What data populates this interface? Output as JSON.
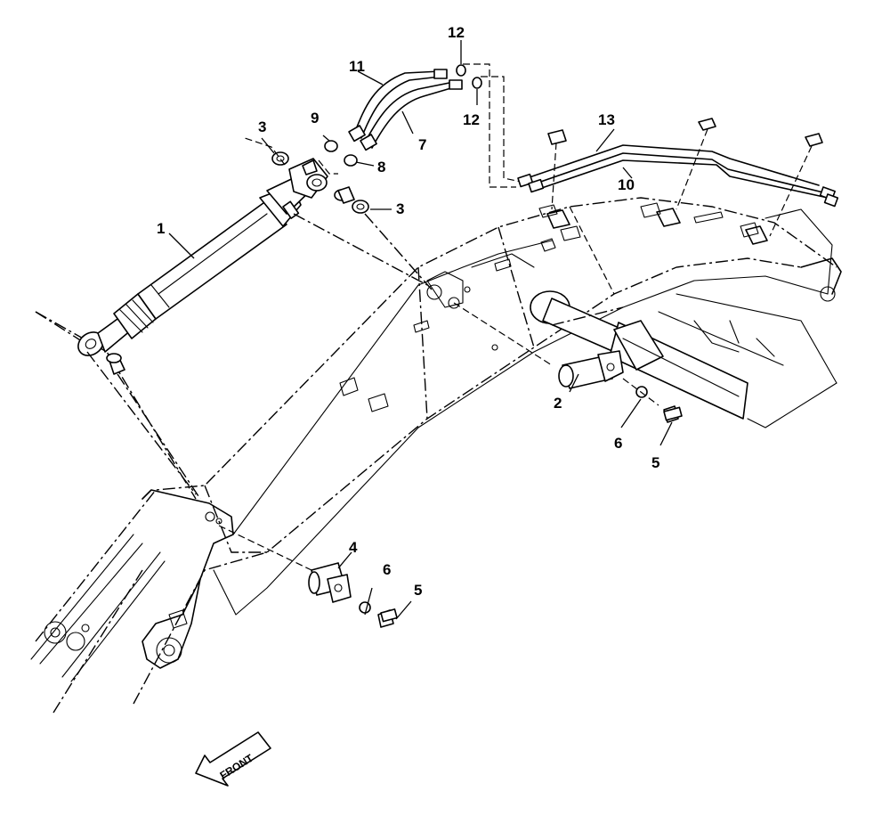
{
  "diagram": {
    "callouts": [
      "1",
      "2",
      "3",
      "3",
      "4",
      "5",
      "5",
      "6",
      "6",
      "7",
      "8",
      "9",
      "10",
      "11",
      "12",
      "12",
      "13"
    ],
    "front_label": "FRONT"
  }
}
